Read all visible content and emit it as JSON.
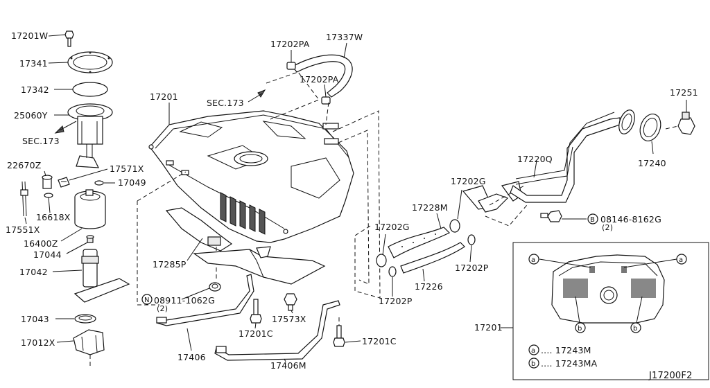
{
  "labels": {
    "p17201w": "17201W",
    "p17341": "17341",
    "p17342": "17342",
    "p25060y": "25060Y",
    "sec173_left": "SEC.173",
    "p22670z": "22670Z",
    "p17571x": "17571X",
    "p17049": "17049",
    "p16618x": "16618X",
    "p17551x": "17551X",
    "p16400z": "16400Z",
    "p17044": "17044",
    "p17042": "17042",
    "p17043": "17043",
    "p17012x": "17012X",
    "p17201_top": "17201",
    "sec173_mid": "SEC.173",
    "p17202pa_top": "17202PA",
    "p17337w": "17337W",
    "p17202pa_mid": "17202PA",
    "p17285p": "17285P",
    "n_symbol": "N",
    "p08911": "08911-1062G",
    "p08911_qty": "(2)",
    "p17406": "17406",
    "p17201c_mid": "17201C",
    "p17573x": "17573X",
    "p17406m": "17406M",
    "p17201c_right": "17201C",
    "p17228m": "17228M",
    "p17202g_left": "17202G",
    "p17202g_top": "17202G",
    "p17226": "17226",
    "p17202p_right": "17202P",
    "p17202p_bottom": "17202P",
    "p17220q": "17220Q",
    "p17251": "17251",
    "p17240": "17240",
    "b_symbol": "B",
    "p08146": "08146-8162G",
    "p08146_qty": "(2)",
    "inset_tag_a": "a",
    "inset_tag_b": "b",
    "inset_17201": "17201",
    "legend_a": ".... 17243M",
    "legend_b": ".... 17243MA",
    "diagram_code": "J17200F2"
  }
}
